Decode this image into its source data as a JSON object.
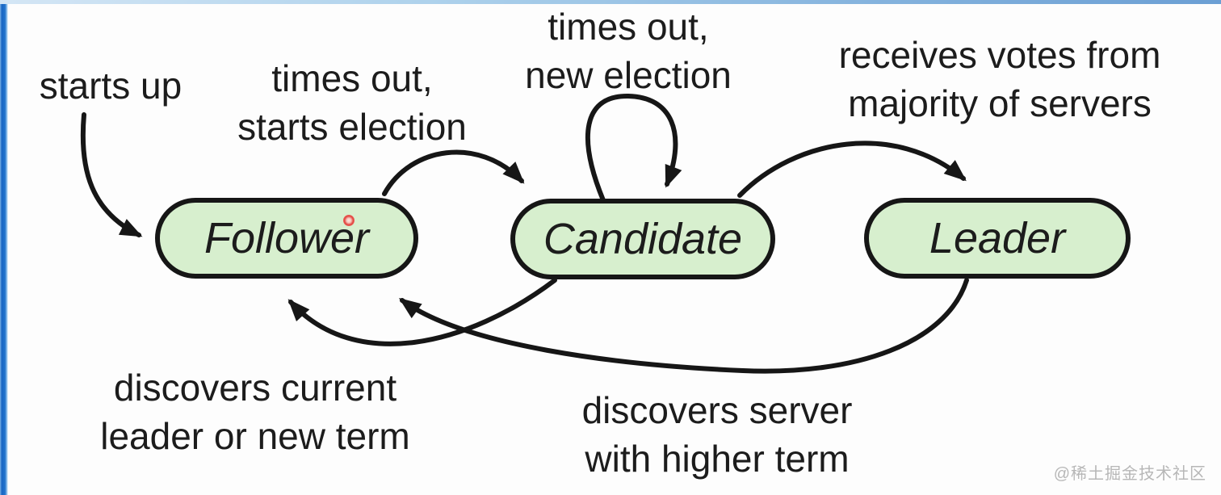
{
  "diagram": {
    "states": [
      {
        "id": "follower",
        "label": "Follower"
      },
      {
        "id": "candidate",
        "label": "Candidate"
      },
      {
        "id": "leader",
        "label": "Leader"
      }
    ],
    "transitions": [
      {
        "id": "starts-up",
        "label": "starts up",
        "from": "start",
        "to": "follower"
      },
      {
        "id": "times-out-starts-election",
        "label": "times out,\nstarts election",
        "from": "follower",
        "to": "candidate"
      },
      {
        "id": "times-out-new-election",
        "label": "times out,\nnew election",
        "from": "candidate",
        "to": "candidate"
      },
      {
        "id": "receives-votes",
        "label": "receives votes from\nmajority of servers",
        "from": "candidate",
        "to": "leader"
      },
      {
        "id": "discovers-current-leader",
        "label": "discovers current\nleader or new term",
        "from": "candidate",
        "to": "follower"
      },
      {
        "id": "discovers-higher-term",
        "label": "discovers server\nwith higher term",
        "from": "leader",
        "to": "follower"
      }
    ],
    "colors": {
      "state_fill": "#d7efce",
      "state_stroke": "#161616",
      "arrow_stroke": "#161616",
      "label_text": "#1c1c1c",
      "watermark_text": "#b7b7b7",
      "frame_blue": "#2173cc",
      "frame_blue_light": "#aed2ec",
      "cursor_dot": "#e2423c"
    },
    "watermark": "@稀土掘金技术社区"
  }
}
